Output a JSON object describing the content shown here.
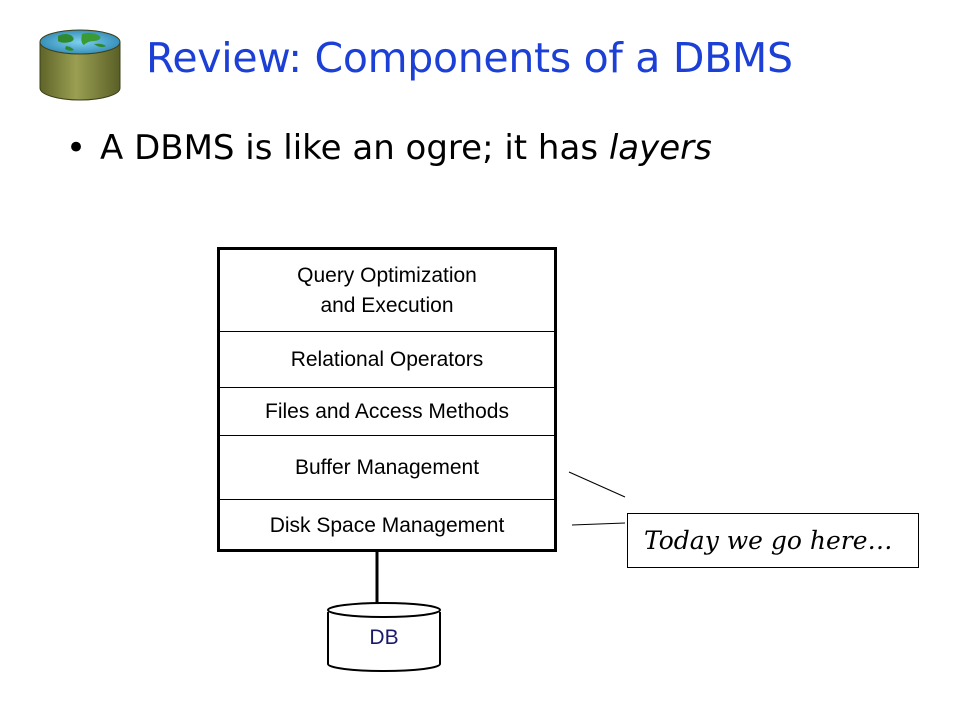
{
  "slide": {
    "title": "Review: Components of a DBMS",
    "bullet": {
      "marker": "•",
      "text_before": "A DBMS is like an ogre; it has ",
      "text_italic": "layers"
    }
  },
  "diagram": {
    "layers": [
      {
        "label": "Query Optimization\nand Execution"
      },
      {
        "label": "Relational Operators"
      },
      {
        "label": "Files and Access Methods"
      },
      {
        "label": "Buffer Management"
      },
      {
        "label": "Disk Space Management"
      }
    ],
    "database_label": "DB",
    "callout_text": "Today we go here…"
  },
  "colors": {
    "title": "#1c3fd6",
    "text": "#000000",
    "db_label": "#1a1a6a",
    "logo_side": "#7a7f3a",
    "logo_top_water": "#3aa0c8",
    "logo_top_land": "#2f8a2f"
  },
  "icons": {
    "logo": "database-globe-icon",
    "database": "database-cylinder-icon"
  }
}
